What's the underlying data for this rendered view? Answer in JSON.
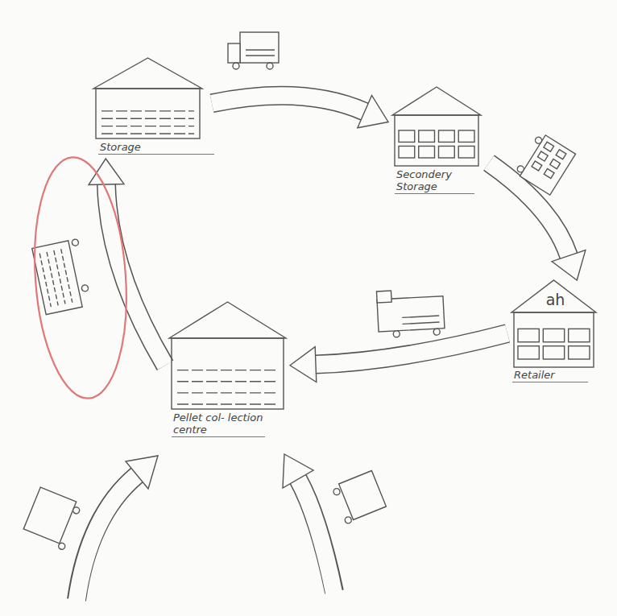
{
  "diagram": {
    "nodes": [
      {
        "text": [
          "Storage"
        ]
      },
      {
        "text": [
          "Secondery Storage"
        ]
      },
      {
        "text": [
          "ah",
          "Retailer"
        ]
      },
      {
        "text": [
          "Pellet col- lection centre"
        ]
      }
    ],
    "edges": [
      {
        "from": 0,
        "to": 1,
        "arrow": "to"
      },
      {
        "from": 1,
        "to": 2,
        "arrow": "to"
      },
      {
        "from": 2,
        "to": 3,
        "arrow": "to"
      },
      {
        "from": 3,
        "to": 0,
        "arrow": "to"
      }
    ]
  }
}
